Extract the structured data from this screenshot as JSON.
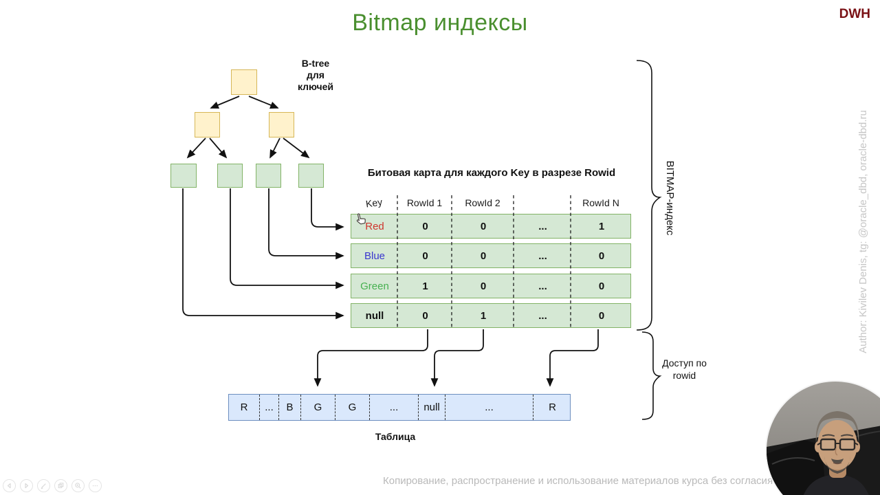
{
  "title": "Bitmap индексы",
  "logo": "DWH",
  "btree": {
    "label": "B-tree\nдля\nключей",
    "levels": [
      {
        "color": "yellow",
        "nodes": 1
      },
      {
        "color": "yellow",
        "nodes": 2
      },
      {
        "color": "green",
        "nodes": 4
      }
    ]
  },
  "bitmap": {
    "title": "Битовая карта для каждого Key в разрезе Rowid",
    "headers": {
      "key": "Key",
      "c1": "RowId 1",
      "c2": "RowId 2",
      "c3": "",
      "c4": "RowId N"
    },
    "rows": [
      {
        "key": "Red",
        "color": "#cf352e",
        "v1": "0",
        "v2": "0",
        "v3": "...",
        "v4": "1"
      },
      {
        "key": "Blue",
        "color": "#3a36cf",
        "v1": "0",
        "v2": "0",
        "v3": "...",
        "v4": "0"
      },
      {
        "key": "Green",
        "color": "#46b050",
        "v1": "1",
        "v2": "0",
        "v3": "...",
        "v4": "0"
      },
      {
        "key": "null",
        "color": "#111111",
        "v1": "0",
        "v2": "1",
        "v3": "...",
        "v4": "0"
      }
    ]
  },
  "row_table": {
    "cells": [
      "R",
      "...",
      "B",
      "G",
      "G",
      "...",
      "null",
      "...",
      "R"
    ],
    "label": "Таблица"
  },
  "braces": {
    "bitmap_label": "BITMAP-индекс",
    "access_label": "Доступ по\nrowid"
  },
  "author_side": "Author: Kivilev Denis, tg: @oracle_dbd, oracle-dbd.ru",
  "footer_note": "Копирование, распространение и использование материалов курса без согласия ав",
  "colors": {
    "title_green": "#4a8f2f",
    "logo_red": "#7a1115",
    "node_yellow_fill": "#fff2cc",
    "node_yellow_border": "#d6b656",
    "node_green_fill": "#d5e8d4",
    "node_green_border": "#82b366",
    "table_blue_fill": "#dae8fc",
    "table_blue_border": "#6c8ebf"
  },
  "player_controls": [
    "previous",
    "play",
    "edit",
    "copy",
    "zoom",
    "more"
  ]
}
